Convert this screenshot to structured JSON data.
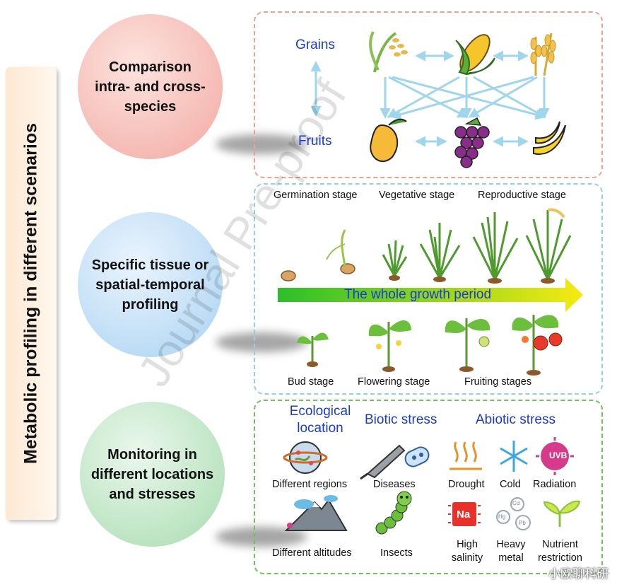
{
  "vertical_title": "Metabolic profiling in different scenarios",
  "circles": {
    "comparison": "Comparison intra- and cross-species",
    "spatial": "Specific tissue or spatial-temporal profiling",
    "monitoring": "Monitoring in different locations and stresses"
  },
  "panel1": {
    "grains": "Grains",
    "fruits": "Fruits"
  },
  "panel2": {
    "top_stages": [
      "Germination stage",
      "Vegetative stage",
      "Reproductive stage"
    ],
    "growth_arrow": "The whole growth period",
    "bottom_stages": [
      "Bud stage",
      "Flowering stage",
      "Fruiting stages"
    ]
  },
  "panel3": {
    "ecological": "Ecological location",
    "biotic": "Biotic stress",
    "abiotic": "Abiotic stress",
    "items": {
      "regions": "Different regions",
      "diseases": "Diseases",
      "drought": "Drought",
      "cold": "Cold",
      "radiation": "Radiation",
      "altitudes": "Different altitudes",
      "insects": "Insects",
      "salinity": "High salinity",
      "heavy_metal": "Heavy metal",
      "nutrient": "Nutrient restriction"
    },
    "icon_text": {
      "uvb": "UVB",
      "na": "Na",
      "cd": "Cd",
      "hg": "Hg",
      "pb": "Pb"
    }
  },
  "watermark": "Journal Pre-proof",
  "weibo_mark": "小欧聊科研"
}
